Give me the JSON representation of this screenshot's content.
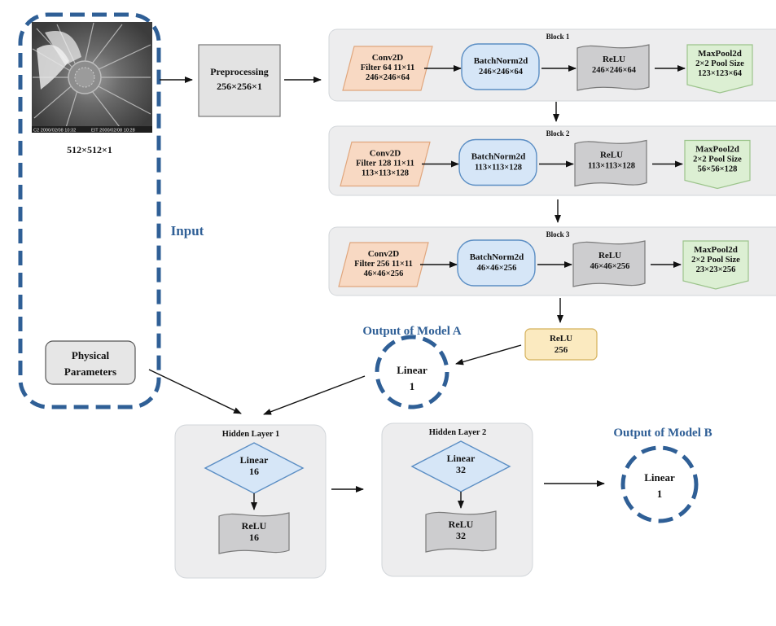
{
  "input": {
    "label": "Input",
    "image_size": "512×512×1",
    "image_caption_left": "C2  2000/02/08 10:32",
    "image_caption_right": "EIT  2000/02/08 10:28",
    "physical_parameters": "Physical\nParameters"
  },
  "preprocessing": {
    "title": "Preprocessing",
    "size": "256×256×1"
  },
  "blocks": [
    {
      "title": "Block 1",
      "conv": [
        "Conv2D",
        "Filter 64 11×11",
        "246×246×64"
      ],
      "bn": [
        "BatchNorm2d",
        "246×246×64"
      ],
      "relu": [
        "ReLU",
        "246×246×64"
      ],
      "pool": [
        "MaxPool2d",
        "2×2 Pool Size",
        "123×123×64"
      ]
    },
    {
      "title": "Block 2",
      "conv": [
        "Conv2D",
        "Filter 128 11×11",
        "113×113×128"
      ],
      "bn": [
        "BatchNorm2d",
        "113×113×128"
      ],
      "relu": [
        "ReLU",
        "113×113×128"
      ],
      "pool": [
        "MaxPool2d",
        "2×2 Pool Size",
        "56×56×128"
      ]
    },
    {
      "title": "Block 3",
      "conv": [
        "Conv2D",
        "Filter 256 11×11",
        "46×46×256"
      ],
      "bn": [
        "BatchNorm2d",
        "46×46×256"
      ],
      "relu": [
        "ReLU",
        "46×46×256"
      ],
      "pool": [
        "MaxPool2d",
        "2×2 Pool Size",
        "23×23×256"
      ]
    }
  ],
  "relu_256": [
    "ReLU",
    "256"
  ],
  "model_a": {
    "title": "Output of Model A",
    "node": [
      "Linear",
      "1"
    ]
  },
  "hidden_layers": [
    {
      "title": "Hidden Layer 1",
      "linear": [
        "Linear",
        "16"
      ],
      "relu": [
        "ReLU",
        "16"
      ]
    },
    {
      "title": "Hidden Layer 2",
      "linear": [
        "Linear",
        "32"
      ],
      "relu": [
        "ReLU",
        "32"
      ]
    }
  ],
  "model_b": {
    "title": "Output of Model B",
    "node": [
      "Linear",
      "1"
    ]
  },
  "colors": {
    "accent_blue": "#2f5f96",
    "conv_fill": "#f8d9c3",
    "batchnorm_fill": "#d6e6f7",
    "relu_fill": "#cdcdcf",
    "pool_fill": "#dcefd3",
    "relu256_fill": "#fbeac0"
  }
}
